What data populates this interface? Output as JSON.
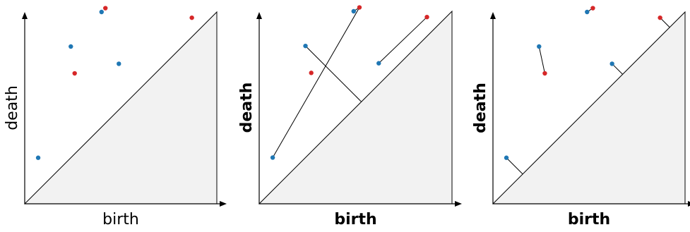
{
  "colors": {
    "blue": "#1f77b4",
    "red": "#d62728",
    "triangle": "#f2f2f2",
    "line": "#000000"
  },
  "panels": [
    {
      "xlabel": "birth",
      "ylabel": "death",
      "label_weight": "normal",
      "points_blue": [
        [
          0.07,
          0.24
        ],
        [
          0.24,
          0.82
        ],
        [
          0.49,
          0.73
        ],
        [
          0.4,
          1.0
        ]
      ],
      "points_red": [
        [
          0.26,
          0.68
        ],
        [
          0.42,
          1.02
        ],
        [
          0.87,
          0.97
        ]
      ],
      "matches": [],
      "diag": []
    },
    {
      "xlabel": "birth",
      "ylabel": "death",
      "label_weight": "bold",
      "points_blue": [
        [
          0.07,
          0.24
        ],
        [
          0.24,
          0.82
        ],
        [
          0.62,
          0.73
        ],
        [
          0.49,
          1.0
        ]
      ],
      "points_red": [
        [
          0.27,
          0.68
        ],
        [
          0.52,
          1.02
        ],
        [
          0.87,
          0.97
        ]
      ],
      "matches": [
        [
          0,
          1
        ],
        [
          2,
          2
        ],
        [
          3,
          1
        ]
      ],
      "diag": [
        1
      ]
    },
    {
      "xlabel": "birth",
      "ylabel": "death",
      "label_weight": "bold",
      "points_blue": [
        [
          0.07,
          0.24
        ],
        [
          0.24,
          0.82
        ],
        [
          0.62,
          0.73
        ],
        [
          0.49,
          1.0
        ]
      ],
      "points_red": [
        [
          0.27,
          0.68
        ],
        [
          0.52,
          1.02
        ],
        [
          0.87,
          0.97
        ]
      ],
      "matches": [
        [
          1,
          0
        ],
        [
          3,
          1
        ]
      ],
      "diag_blue": [
        0,
        2
      ],
      "diag_red": [
        2
      ]
    }
  ]
}
